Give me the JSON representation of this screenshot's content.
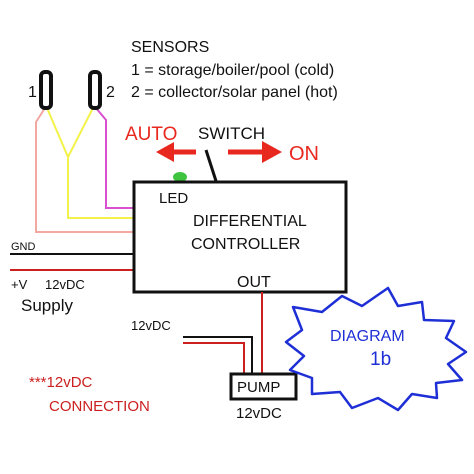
{
  "sensors": {
    "title": "SENSORS",
    "line1": "1 = storage/boiler/pool (cold)",
    "line2": "2 = collector/solar panel (hot)",
    "probe1_label": "1",
    "probe2_label": "2"
  },
  "switch": {
    "auto_label": "AUTO",
    "switch_label": "SWITCH",
    "on_label": "ON"
  },
  "controller": {
    "led_label": "LED",
    "title_line1": "DIFFERENTIAL",
    "title_line2": "CONTROLLER",
    "out_label": "OUT"
  },
  "supply": {
    "gnd_label": "GND",
    "v_label": "+V",
    "voltage_label": "12vDC",
    "supply_label": "Supply"
  },
  "pump": {
    "input_label": "12vDC",
    "pump_label": "PUMP",
    "output_label": "12vDC"
  },
  "note": {
    "line1": "***12vDC",
    "line2": "CONNECTION"
  },
  "badge": {
    "line1": "DIAGRAM",
    "line2": "1b"
  },
  "colors": {
    "wire_pink": "#f2a7a0",
    "wire_yellow": "#f2f24a",
    "wire_magenta": "#d84fd0",
    "wire_red": "#cc1f1f",
    "arrow_red": "#e8281e",
    "badge_blue": "#1e2fd6",
    "led_green": "#3ec43e"
  }
}
